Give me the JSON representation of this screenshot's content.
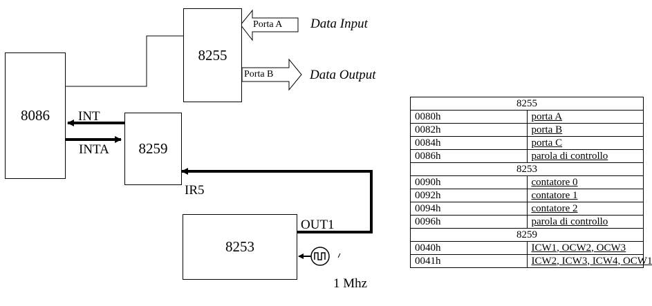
{
  "chips": {
    "cpu": "8086",
    "ppi": "8255",
    "pic": "8259",
    "pit": "8253"
  },
  "ports": {
    "port_a": "Porta A",
    "port_b": "Porta B",
    "data_input": "Data Input",
    "data_output": "Data Output"
  },
  "signals": {
    "int": "INT",
    "inta": "INTA",
    "ir5": "IR5",
    "out1": "OUT1",
    "clock": "1 Mhz"
  },
  "table": {
    "sections": [
      {
        "title": "8255",
        "rows": [
          {
            "addr": "0080h",
            "desc": "porta A"
          },
          {
            "addr": "0082h",
            "desc": "porta B"
          },
          {
            "addr": "0084h",
            "desc": "porta C"
          },
          {
            "addr": "0086h",
            "desc": "parola di controllo"
          }
        ]
      },
      {
        "title": "8253",
        "rows": [
          {
            "addr": "0090h",
            "desc": "contatore 0"
          },
          {
            "addr": "0092h",
            "desc": "contatore 1"
          },
          {
            "addr": "0094h",
            "desc": "contatore 2"
          },
          {
            "addr": "0096h",
            "desc": "parola di controllo"
          }
        ]
      },
      {
        "title": "8259",
        "rows": [
          {
            "addr": "0040h",
            "desc": "ICW1, OCW2, OCW3"
          },
          {
            "addr": "0041h",
            "desc": "ICW2, ICW3, ICW4, OCW1"
          }
        ]
      }
    ]
  }
}
